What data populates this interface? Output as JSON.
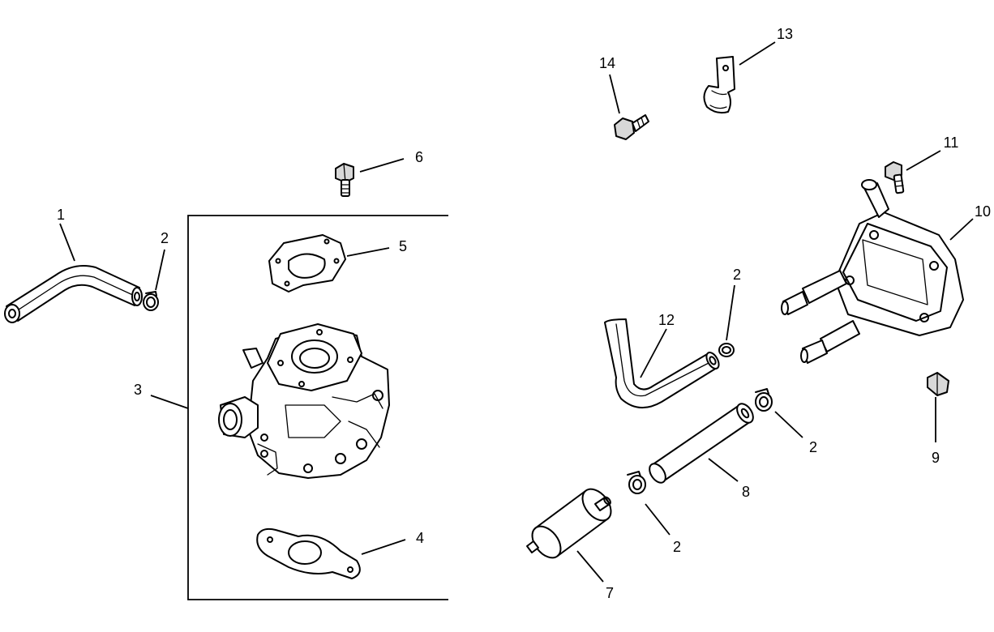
{
  "callouts": {
    "c1": "1",
    "c2a": "2",
    "c2b": "2",
    "c2c": "2",
    "c2d": "2",
    "c3": "3",
    "c4": "4",
    "c5": "5",
    "c6": "6",
    "c7": "7",
    "c8": "8",
    "c9": "9",
    "c10": "10",
    "c11": "11",
    "c12": "12",
    "c13": "13",
    "c14": "14"
  },
  "icons": [
    "fuel-hose-elbow",
    "hose-clamp",
    "carburetor-assembly",
    "gasket",
    "bolt",
    "fuel-filter",
    "straight-fuel-hose",
    "fuel-pump",
    "line-clamp",
    "nut"
  ]
}
